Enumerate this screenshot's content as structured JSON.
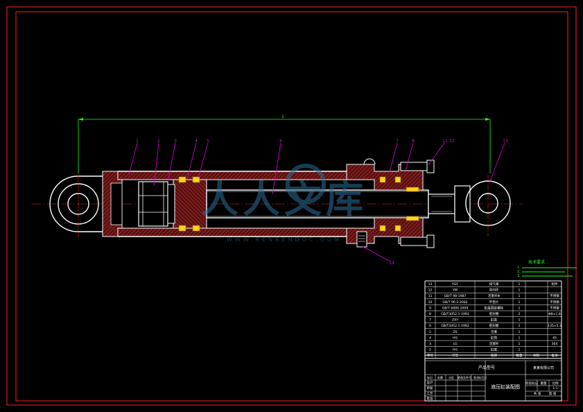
{
  "balloons": [
    {
      "label": "1"
    },
    {
      "label": "2"
    },
    {
      "label": "3"
    },
    {
      "label": "4"
    },
    {
      "label": "5"
    },
    {
      "label": "6"
    },
    {
      "label": "7"
    },
    {
      "label": "8"
    },
    {
      "label": "11"
    },
    {
      "label": "12"
    },
    {
      "label": "13"
    },
    {
      "label": "14"
    }
  ],
  "dimension": {
    "label": "1"
  },
  "watermark": {
    "text": "人人文库",
    "subtext": "WWW.RENRENDOC.COM"
  },
  "technical_requirements": {
    "title": "技术要求",
    "items": [
      "1.",
      "2.",
      "3."
    ]
  },
  "parts_table": {
    "rows": [
      {
        "no": "13",
        "code": "YGF",
        "name": "排气阀",
        "qty": "1",
        "note": "组件"
      },
      {
        "no": "12",
        "code": "YM",
        "name": "导向环",
        "qty": "1",
        "note": ""
      },
      {
        "no": "11",
        "code": "GB/T 98-1987",
        "name": "活塞杆Φ",
        "qty": "1",
        "note": "不锈钢"
      },
      {
        "no": "10",
        "code": "GB/T 96.2-2002",
        "name": "平垫片",
        "qty": "1",
        "note": "不锈钢"
      },
      {
        "no": "9",
        "code": "GB/T 6889-2009",
        "name": "缸盖固定螺栓",
        "qty": "1",
        "note": "不锈钢"
      },
      {
        "no": "8",
        "code": "GB/T3452.1-1992",
        "name": "密封圈",
        "qty": "2",
        "note": "Φ8×1.8"
      },
      {
        "no": "7",
        "code": "ZXY",
        "name": "缸盖",
        "qty": "1",
        "note": ""
      },
      {
        "no": "6",
        "code": "GB/T3452.1-1992",
        "name": "密封圈",
        "qty": "1",
        "note": "135×5.3"
      },
      {
        "no": "5",
        "code": "ZS",
        "name": "活塞",
        "qty": "1",
        "note": ""
      },
      {
        "no": "4",
        "code": "HG",
        "name": "缸筒",
        "qty": "1",
        "note": "45"
      },
      {
        "no": "3",
        "code": "LG",
        "name": "活塞杆",
        "qty": "1",
        "note": "304"
      },
      {
        "no": "2",
        "code": "HG",
        "name": "缸底",
        "qty": "1",
        "note": ""
      }
    ],
    "header": {
      "no": "序号",
      "code": "代号",
      "name": "名称",
      "qty": "数量",
      "material": "材料",
      "note": "备注"
    }
  },
  "title_block": {
    "product_code": "产品型号",
    "drawing_name": "液压缸装配图",
    "company": "某某有限公司",
    "scale": "1:1",
    "sheet_labels": [
      "共 张",
      "第 张"
    ],
    "sign_rows": [
      "标记",
      "处数",
      "分区",
      "更改文件号",
      "签名",
      "年月日"
    ],
    "design": "设计",
    "check": "审核",
    "process": "工艺",
    "approve": "批准",
    "stage": "阶段标记",
    "weight": "重量",
    "ratio": "比例"
  }
}
